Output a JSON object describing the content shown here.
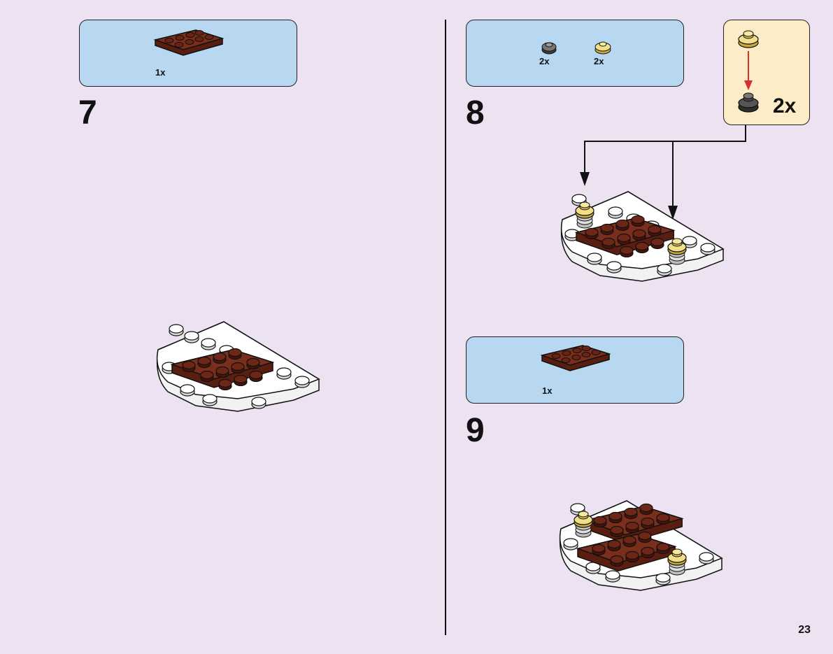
{
  "page_number": "23",
  "steps": [
    {
      "number": "7",
      "parts": [
        {
          "name": "reddish-brown-plate-2x4",
          "quantity": "1x"
        }
      ]
    },
    {
      "number": "8",
      "parts": [
        {
          "name": "dark-gray-round-plate-1x1",
          "quantity": "2x"
        },
        {
          "name": "gold-round-plate-1x1",
          "quantity": "2x"
        }
      ],
      "sub_assembly": {
        "quantity": "2x"
      }
    },
    {
      "number": "9",
      "parts": [
        {
          "name": "reddish-brown-plate-2x4",
          "quantity": "1x"
        }
      ]
    }
  ],
  "colors": {
    "background": "#ece2f2",
    "parts_box": "#b8d8f2",
    "sub_assembly_box": "#fdecc8",
    "brown_brick": "#7a2e1c",
    "white_brick": "#ffffff",
    "gold_brick": "#e8d27a",
    "gray_brick": "#4a4a4a",
    "arrow_red": "#d8302a"
  }
}
